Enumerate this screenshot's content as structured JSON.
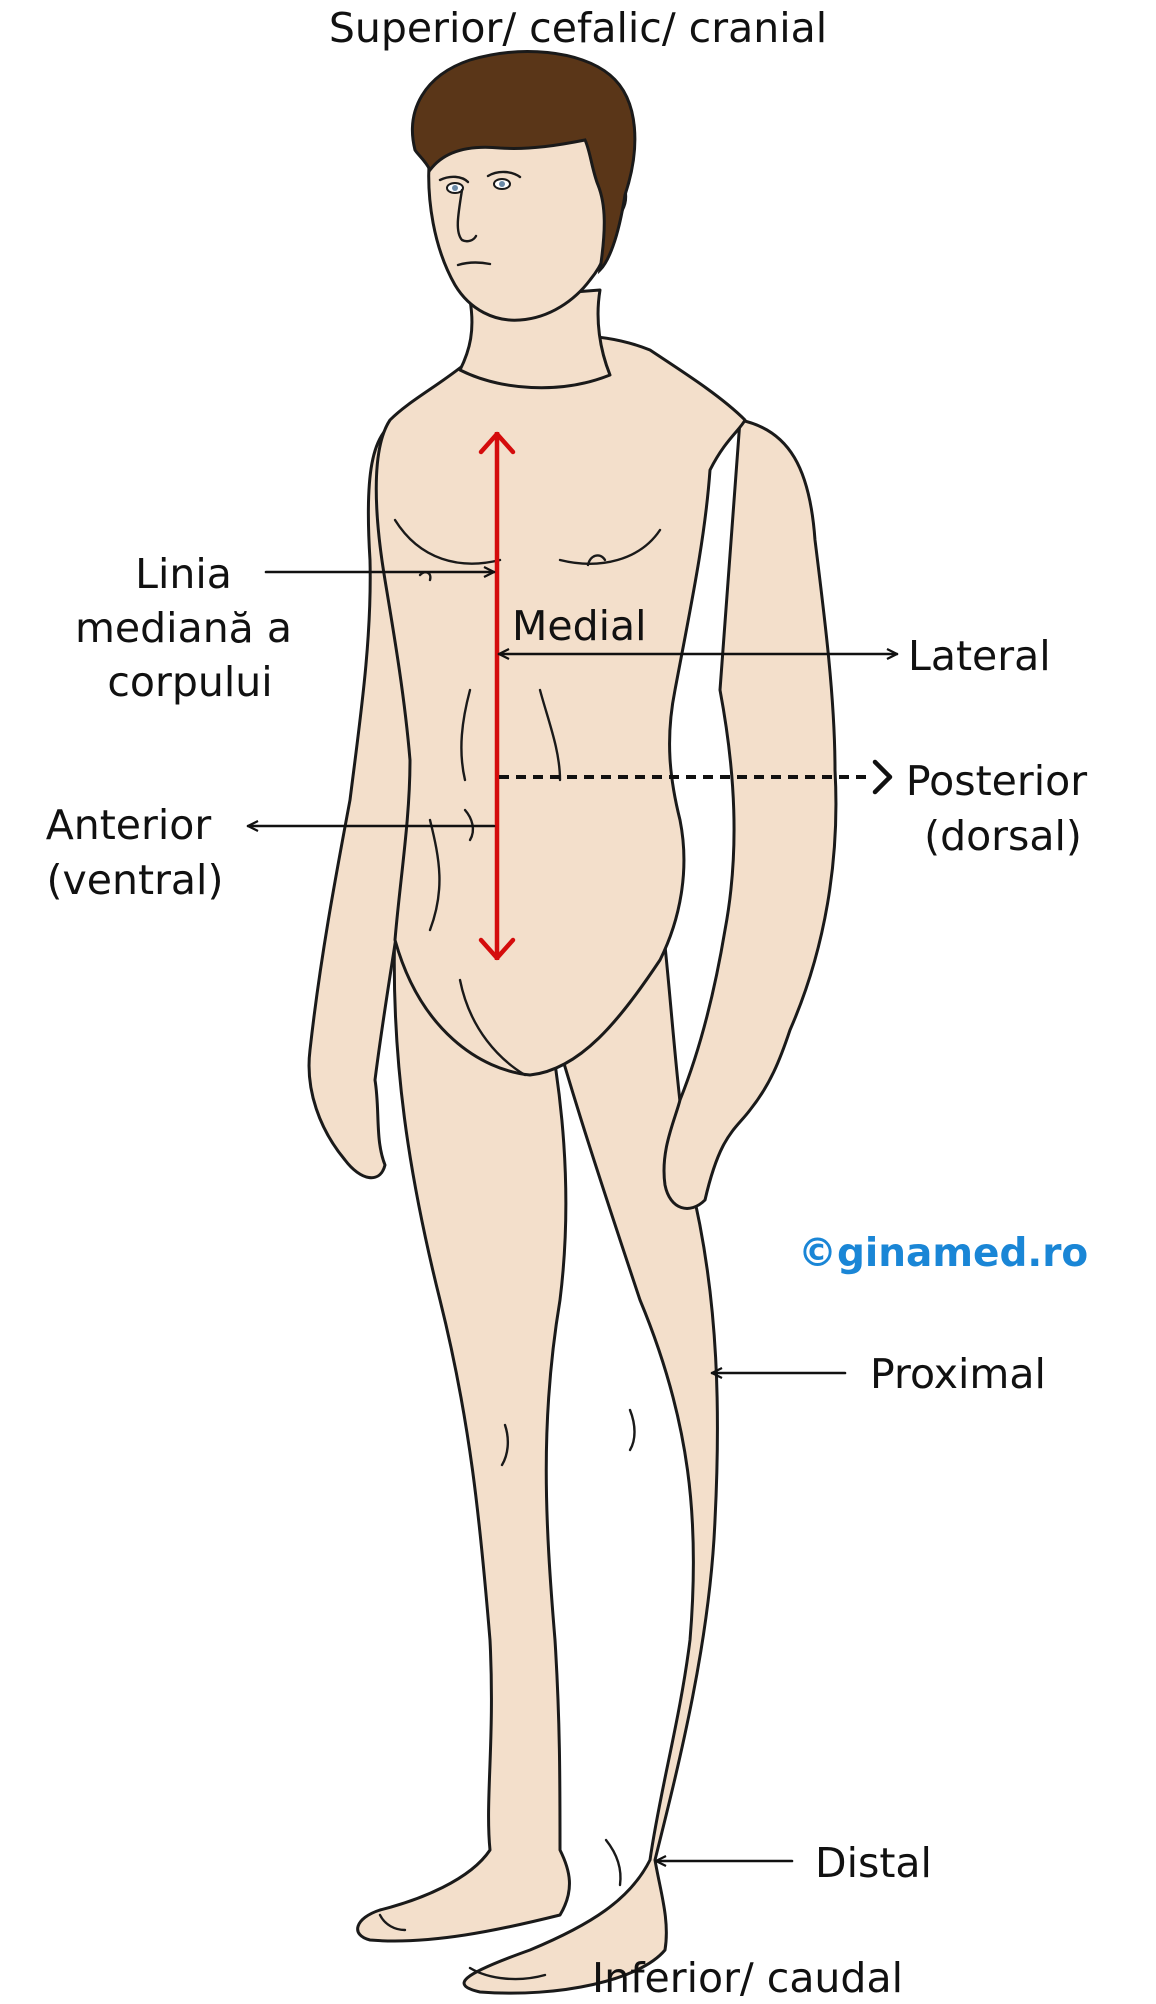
{
  "labels": {
    "superior": "Superior/ cefalic/ cranial",
    "median_line": [
      "Linia",
      "mediană a",
      "corpului"
    ],
    "medial": "Medial",
    "lateral": "Lateral",
    "posterior": [
      "Posterior",
      "(dorsal)"
    ],
    "anterior": [
      "Anterior",
      "(ventral)"
    ],
    "proximal": "Proximal",
    "distal": "Distal",
    "inferior": "Inferior/ caudal"
  },
  "credit": "©ginamed.ro",
  "colors": {
    "skin": "#f3dfcb",
    "hair": "#5a3618",
    "midline_arrow": "#d40c0c",
    "credit": "#1a86d6",
    "outline": "#1a1a1a"
  }
}
